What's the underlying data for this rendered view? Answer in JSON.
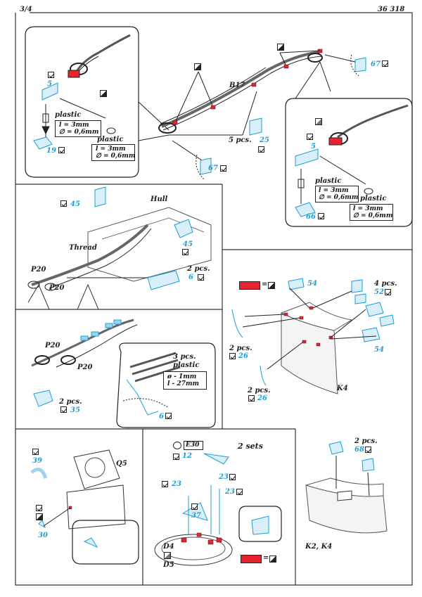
{
  "header": {
    "page": "3/4",
    "code": "36 318"
  },
  "colors": {
    "accent_part": "#1a9fd6",
    "paint_red": "#e8232f",
    "line": "#222222"
  },
  "icons": [
    "check-box-icon",
    "paint-half-icon",
    "red-paint-swatch-icon",
    "drill-hole-icon"
  ],
  "panel1": {
    "b17": "B17",
    "inset_left": {
      "part5": "5",
      "part19": "19",
      "plastic1": "plastic",
      "plastic2": "plastic",
      "note_l": "l = 3mm",
      "note_d": "∅ = 0,6mm"
    },
    "part67_a": "67",
    "pcs": "5 pcs.",
    "part25": "25",
    "part67_b": "67",
    "inset_right": {
      "part5": "5",
      "part66": "66",
      "plastic1": "plastic",
      "plastic2": "plastic",
      "note1_l": "l = 3mm",
      "note1_d": "∅ = 0,6mm",
      "note2_l": "l = 3mm",
      "note2_d": "∅ = 0,6mm"
    }
  },
  "panel2": {
    "part45_a": "45",
    "hull": "Hull",
    "part45_b": "45",
    "thread": "Thread",
    "p20_a": "P20",
    "p20_b": "P20",
    "pcs": "2 pcs.",
    "part6": "6"
  },
  "panel3": {
    "p20_a": "P20",
    "p20_b": "P20",
    "pcs": "2 pcs.",
    "part35": "35",
    "inset": {
      "pcs": "3 pcs.",
      "plastic": "plastic",
      "d": "ø - 1mm",
      "l": "l - 27mm",
      "part6": "6"
    }
  },
  "panel4": {
    "part54_a": "54",
    "pcs4": "4 pcs.",
    "part52": "52",
    "pcs2_a": "2 pcs.",
    "part26_a": "26",
    "part54_b": "54",
    "pcs2_b": "2 pcs.",
    "part26_b": "26",
    "k4": "K4"
  },
  "panel5": {
    "part39": "39",
    "q5": "Q5",
    "part30": "30"
  },
  "panel6": {
    "e30": "E30",
    "sets": "2 sets",
    "part12": "12",
    "part23_a": "23",
    "part23_b": "23",
    "part23_c": "23",
    "part37": "37",
    "d4": "D4",
    "d5": "D5"
  },
  "panel7": {
    "pcs": "2 pcs.",
    "part68": "68",
    "k2k4": "K2, K4"
  }
}
